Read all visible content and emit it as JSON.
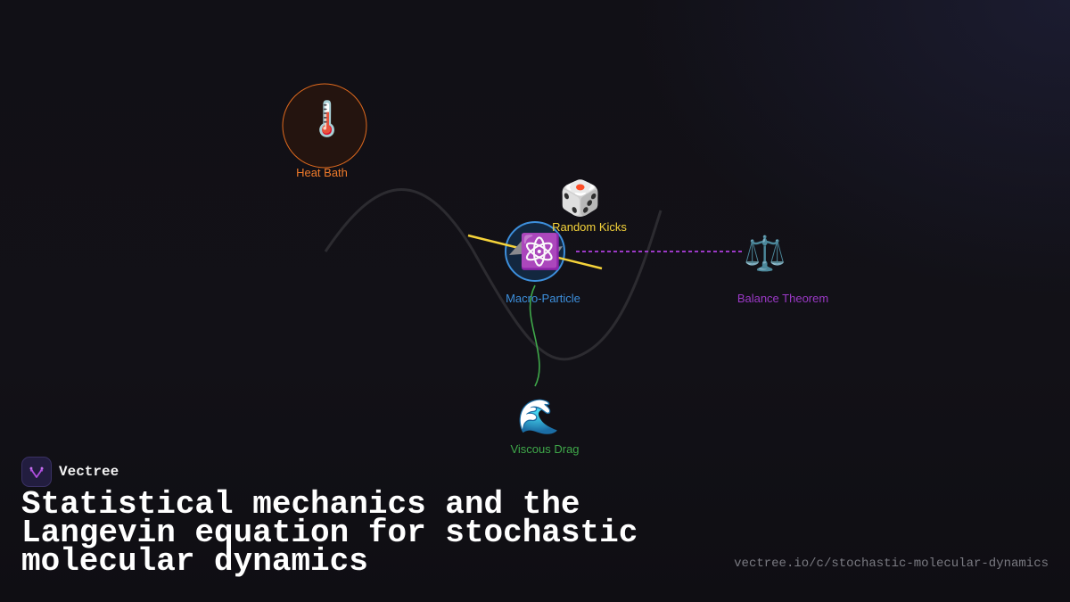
{
  "diagram": {
    "nodes": [
      {
        "id": "heat-bath",
        "label": "Heat Bath",
        "icon": "thermometer-icon",
        "glyph": "🌡️",
        "color": "#f07a2a"
      },
      {
        "id": "random-kicks",
        "label": "Random Kicks",
        "icon": "dice-icon",
        "glyph": "🎲",
        "color": "#f5d33a"
      },
      {
        "id": "macro-particle",
        "label": "Macro-Particle",
        "icon": "atom-icon",
        "glyph": "⚛️",
        "color": "#3d8fdc"
      },
      {
        "id": "balance-theorem",
        "label": "Balance Theorem",
        "icon": "balance-scale-icon",
        "glyph": "⚖️",
        "color": "#9b39c6"
      },
      {
        "id": "viscous-drag",
        "label": "Viscous Drag",
        "icon": "wave-icon",
        "glyph": "🌊",
        "color": "#3fa84a"
      }
    ]
  },
  "brand": {
    "name": "Vectree",
    "logo_icon": "vectree-logo-icon",
    "accent": "#b04fe0"
  },
  "title": "Statistical mechanics and the Langevin equation for stochastic molecular dynamics",
  "url": "vectree.io/c/stochastic-molecular-dynamics"
}
